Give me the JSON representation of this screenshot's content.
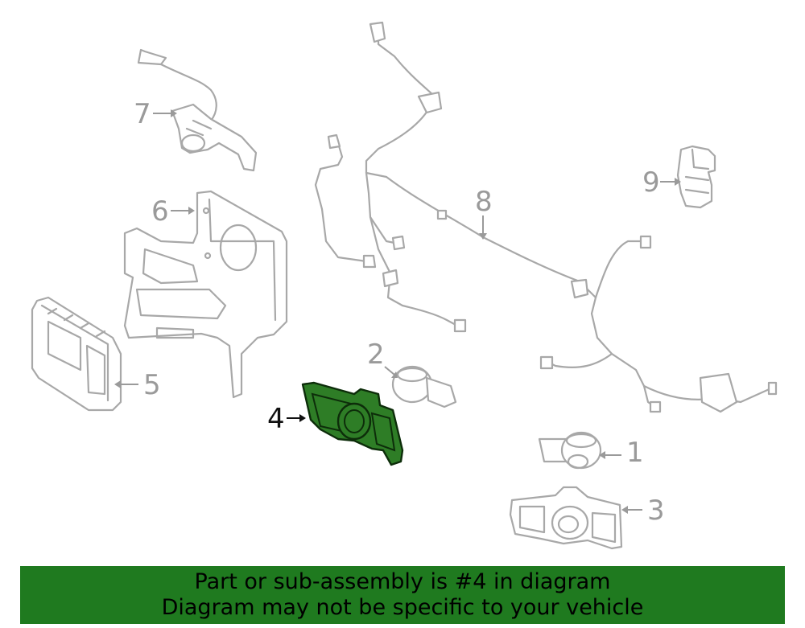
{
  "callouts": [
    {
      "id": "1",
      "label": "1"
    },
    {
      "id": "2",
      "label": "2"
    },
    {
      "id": "3",
      "label": "3"
    },
    {
      "id": "4",
      "label": "4"
    },
    {
      "id": "5",
      "label": "5"
    },
    {
      "id": "6",
      "label": "6"
    },
    {
      "id": "7",
      "label": "7"
    },
    {
      "id": "8",
      "label": "8"
    },
    {
      "id": "9",
      "label": "9"
    }
  ],
  "highlight": {
    "part": "4",
    "color": "#2e7d26"
  },
  "banner": {
    "line1": "Part or sub-assembly is #4 in diagram",
    "line2": "Diagram may not be specific to your vehicle",
    "color": "#1f7a1f"
  }
}
